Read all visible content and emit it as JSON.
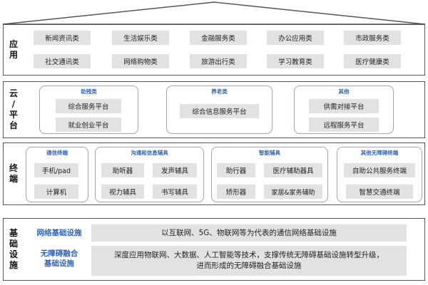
{
  "layers": {
    "application": {
      "title": [
        "应",
        "用"
      ],
      "items": [
        "新闻资讯类",
        "生活娱乐类",
        "金融服务类",
        "办公应用类",
        "市政服务类",
        "社交通讯类",
        "网络购物类",
        "旅游出行类",
        "学习教育类",
        "医疗健康类"
      ]
    },
    "cloud": {
      "title": [
        "云",
        "/",
        "平",
        "台"
      ],
      "groups": [
        {
          "label": "助残类",
          "items": [
            "综合服务平台",
            "就业创业平台"
          ]
        },
        {
          "label": "养老类",
          "items": [
            "综合信息服务平台"
          ]
        },
        {
          "label": "其他",
          "items": [
            "供需对接平台",
            "远程服务平台"
          ]
        }
      ]
    },
    "terminal": {
      "title": [
        "终",
        "端"
      ],
      "groups": [
        {
          "label": "通信终端",
          "items": [
            "手机/pad",
            "计算机"
          ]
        },
        {
          "label": "沟通和信息辅具",
          "items": [
            "助听器",
            "发声辅具",
            "视力辅具",
            "书写辅具"
          ]
        },
        {
          "label": "智能辅具",
          "items": [
            "助行器",
            "医疗辅助器具",
            "矫形器",
            "家居&家务辅助"
          ]
        },
        {
          "label": "其他无障碍终端",
          "items": [
            "自助公共服务终端",
            "智慧交通终端"
          ]
        }
      ]
    },
    "infrastructure": {
      "title": [
        "基",
        "础",
        "设",
        "施"
      ],
      "rows": [
        {
          "label": [
            "网络基础设施"
          ],
          "desc": [
            "以互联网、5G、物联网等为代表的通信网络基础设施"
          ]
        },
        {
          "label": [
            "无障碍融合",
            "基础设施"
          ],
          "desc": [
            "深度应用物联网、大数据、人工智能等技术，支撑传统无障碍基础设施转型升级，",
            "进而形成的无障碍融合基础设施"
          ]
        }
      ]
    }
  },
  "colors": {
    "accent": "#2f64b8",
    "box": "#e2e2e2",
    "border": "#555555",
    "group_border": "#9aa6b6"
  }
}
